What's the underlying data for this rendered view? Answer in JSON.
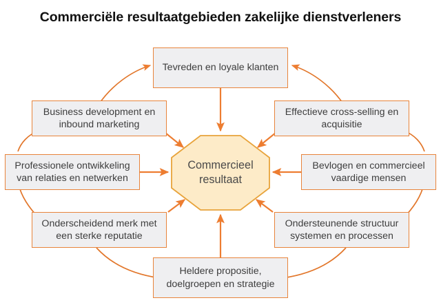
{
  "title": "Commercië­le resultaatgebieden zakelijke dienstverleners",
  "title_text": "Commerciële resultaatgebieden zakelijke dienstverleners",
  "colors": {
    "arrow": "#ED7D31",
    "box_border": "#E8833A",
    "box_fill": "#EFEFF1",
    "center_fill": "#FDEBC8",
    "center_border": "#E8A33A",
    "text": "#3D3D3D",
    "title_text": "#111111",
    "background": "#FFFFFF"
  },
  "center": {
    "label": "Commercieel resultaat",
    "shape": "octagon"
  },
  "nodes": [
    {
      "id": "top",
      "label": "Tevreden en loyale klanten"
    },
    {
      "id": "top-left",
      "label": "Business development en inbound marketing"
    },
    {
      "id": "top-right",
      "label": "Effectieve cross-selling en acquisitie"
    },
    {
      "id": "left",
      "label": "Professionele ontwikkeling van relaties en netwerken"
    },
    {
      "id": "right",
      "label": "Bevlogen en commercieel vaardige mensen"
    },
    {
      "id": "bottom-left",
      "label": "Onderscheidend merk met een sterke reputatie"
    },
    {
      "id": "bottom-right",
      "label": "Ondersteunende structuur systemen en processen"
    },
    {
      "id": "bottom",
      "label": "Heldere propositie, doelgroepen en strategie"
    }
  ]
}
